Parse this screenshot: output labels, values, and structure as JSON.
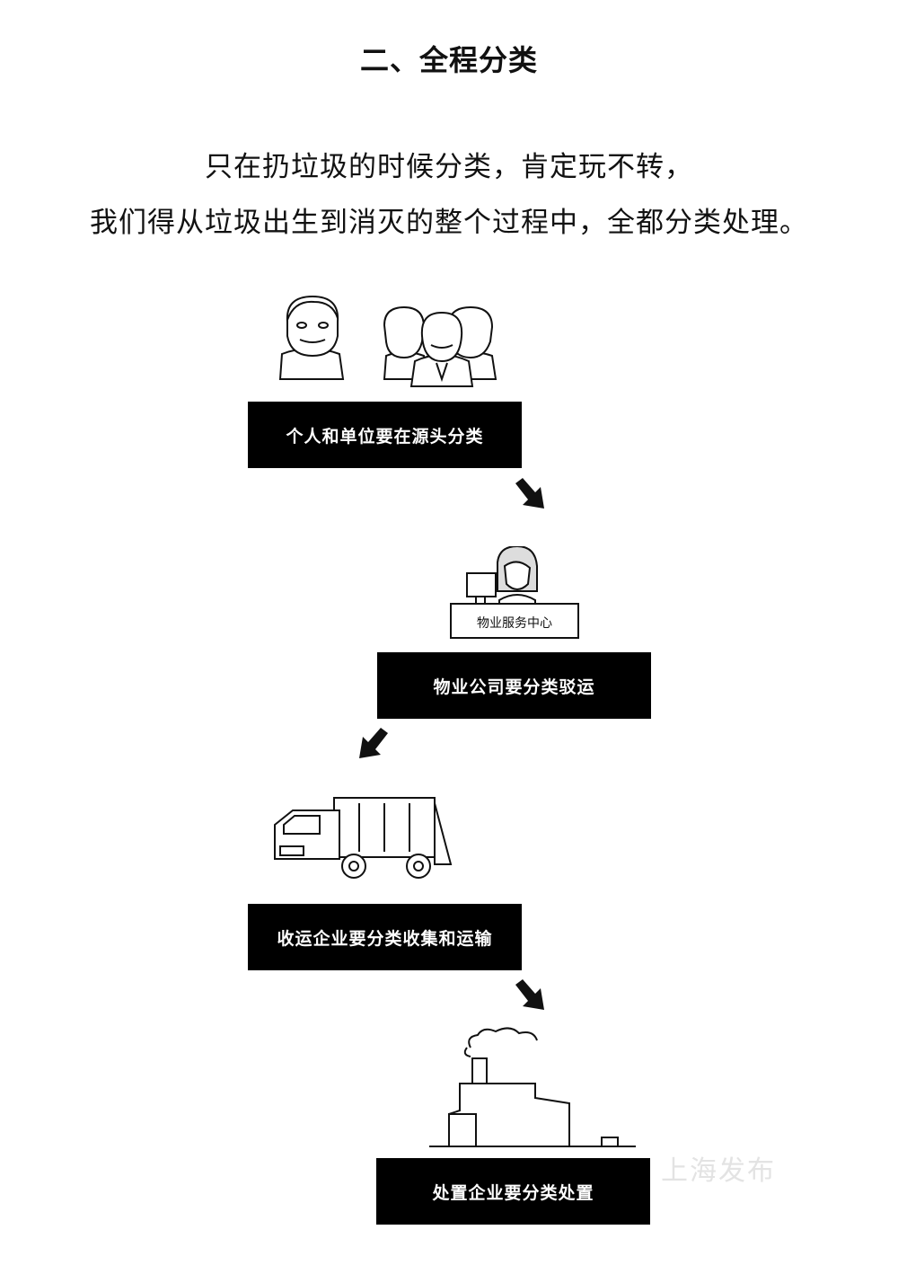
{
  "section_title": "二、全程分类",
  "intro_line1": "只在扔垃圾的时候分类，肯定玩不转，",
  "intro_line2": "我们得从垃圾出生到消灭的整个过程中，全都分类处理。",
  "steps": [
    {
      "label": "个人和单位要在源头分类"
    },
    {
      "label": "物业公司要分类驳运"
    },
    {
      "label": "收运企业要分类收集和运输"
    },
    {
      "label": "处置企业要分类处置"
    }
  ],
  "desk_sign": "物业服务中心",
  "watermark": "上海发布"
}
